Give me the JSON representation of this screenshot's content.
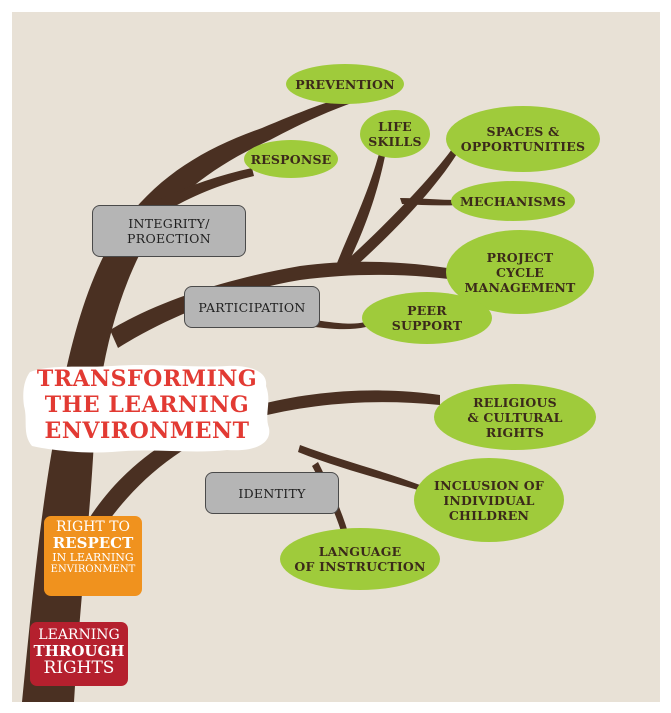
{
  "title": "TRANSFORMING\nTHE LEARNING\nENVIRONMENT",
  "branch_boxes": {
    "integrity": "INTEGRITY/\nPROECTION",
    "participation": "PARTICIPATION",
    "identity": "IDENTITY"
  },
  "leaves": {
    "prevention": "PREVENTION",
    "response": "RESPONSE",
    "life_skills": "LIFE\nSKILLS",
    "spaces": "SPACES &\nOPPORTUNITIES",
    "mechanisms": "MECHANISMS",
    "project_cycle": "PROJECT\nCYCLE\nMANAGEMENT",
    "peer_support": "PEER\nSUPPORT",
    "religious": "RELIGIOUS\n& CULTURAL\nRIGHTS",
    "inclusion": "INCLUSION OF\nINDIVIDUAL\nCHILDREN",
    "language": "LANGUAGE\nOF INSTRUCTION"
  },
  "badges": {
    "respect": {
      "line1": "RIGHT TO",
      "line2": "RESPECT",
      "line3": "IN LEARNING",
      "line4": "ENVIRONMENT",
      "color": "#f0921e"
    },
    "learning": {
      "line1": "LEARNING",
      "line2": "THROUGH",
      "line3": "RIGHTS",
      "color": "#b5202e"
    }
  },
  "colors": {
    "background": "#e8e1d6",
    "trunk": "#4a3022",
    "leaf": "#9fcb3b",
    "title": "#e23a33"
  }
}
